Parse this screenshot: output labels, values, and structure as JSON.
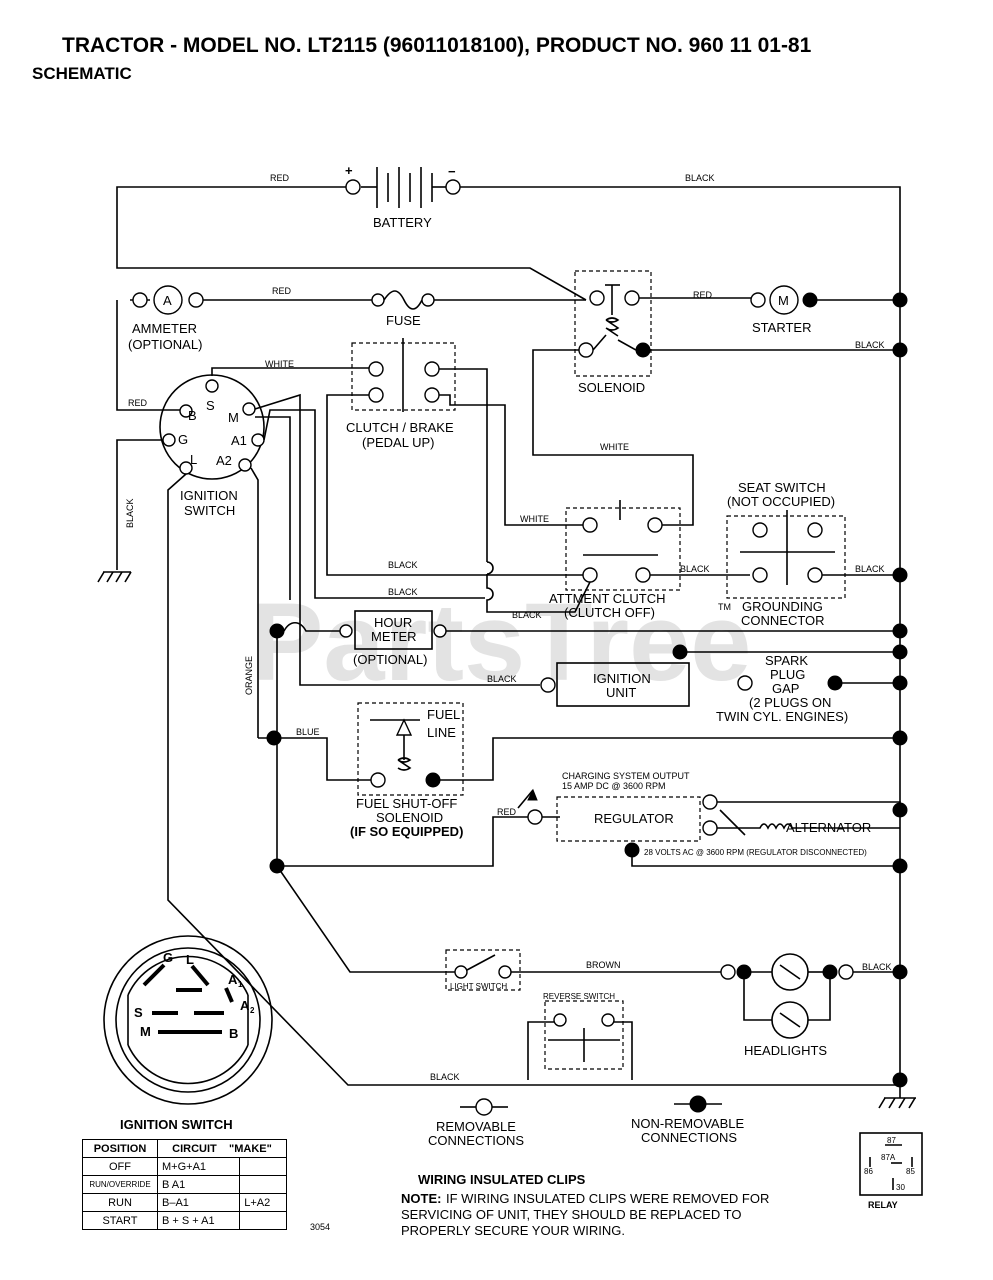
{
  "header": {
    "title": "TRACTOR - MODEL NO. LT2115 (96011018100), PRODUCT NO. 960 11 01-81",
    "subtitle": "SCHEMATIC"
  },
  "watermark": "PartsTree",
  "watermark_tm": "TM",
  "components": {
    "battery": "BATTERY",
    "battery_plus": "+",
    "battery_minus": "−",
    "ammeter_symbol": "A",
    "ammeter": "AMMETER",
    "ammeter_opt": "(OPTIONAL)",
    "fuse": "FUSE",
    "starter_symbol": "M",
    "starter": "STARTER",
    "solenoid": "SOLENOID",
    "clutch_brake_1": "CLUTCH / BRAKE",
    "clutch_brake_2": "(PEDAL UP)",
    "ignition_switch_1": "IGNITION",
    "ignition_switch_2": "SWITCH",
    "terminal_b": "B",
    "terminal_s": "S",
    "terminal_m": "M",
    "terminal_g": "G",
    "terminal_a1": "A1",
    "terminal_l": "L",
    "terminal_a2": "A2",
    "seat_switch_1": "SEAT SWITCH",
    "seat_switch_2": "(NOT OCCUPIED)",
    "grounding_1": "GROUNDING",
    "grounding_2": "CONNECTOR",
    "attment_clutch_1": "ATTMENT CLUTCH",
    "attment_clutch_2": "(CLUTCH OFF)",
    "hour_meter_1": "HOUR",
    "hour_meter_2": "METER",
    "hour_meter_opt": "(OPTIONAL)",
    "ignition_unit_1": "IGNITION",
    "ignition_unit_2": "UNIT",
    "spark_1": "SPARK",
    "spark_2": "PLUG",
    "spark_3": "GAP",
    "spark_4": "(2 PLUGS ON",
    "spark_5": "TWIN CYL. ENGINES)",
    "fuel_line_1": "FUEL",
    "fuel_line_2": "LINE",
    "fuel_solenoid_1": "FUEL SHUT-OFF",
    "fuel_solenoid_2": "SOLENOID",
    "fuel_solenoid_3": "(IF SO EQUIPPED)",
    "charging_1": "CHARGING SYSTEM OUTPUT",
    "charging_2": "15 AMP DC @ 3600 RPM",
    "regulator": "REGULATOR",
    "alternator": "ALTERNATOR",
    "volts_note": "28 VOLTS AC @ 3600 RPM (REGULATOR DISCONNECTED)",
    "light_switch": "LIGHT SWITCH",
    "reverse_switch": "REVERSE SWITCH",
    "headlights": "HEADLIGHTS",
    "removable_1": "REMOVABLE",
    "removable_2": "CONNECTIONS",
    "nonremovable_1": "NON-REMOVABLE",
    "nonremovable_2": "CONNECTIONS",
    "relay": "RELAY",
    "relay_87": "87",
    "relay_87a": "87A",
    "relay_86": "86",
    "relay_85": "85",
    "relay_30": "30"
  },
  "wires": {
    "red_top": "RED",
    "black_top": "BLACK",
    "red_fuse": "RED",
    "red_starter": "RED",
    "black_solenoid": "BLACK",
    "white_sw": "WHITE",
    "red_sw": "RED",
    "black_ground": "BLACK",
    "white_solenoid": "WHITE",
    "white_att": "WHITE",
    "black_att1": "BLACK",
    "black_att2": "BLACK",
    "black_att3": "BLACK",
    "black_att_right": "BLACK",
    "black_seat": "BLACK",
    "orange": "ORANGE",
    "black_ign": "BLACK",
    "blue": "BLUE",
    "red_reg": "RED",
    "brown": "BROWN",
    "black_head": "BLACK",
    "black_bottom": "BLACK"
  },
  "switch_face": {
    "title": "IGNITION SWITCH",
    "g": "G",
    "l": "L",
    "a1": "A",
    "a1_sub": "1",
    "a2": "A",
    "a2_sub": "2",
    "s": "S",
    "m": "M",
    "b": "B"
  },
  "table": {
    "headers": [
      "POSITION",
      "CIRCUIT",
      "\"MAKE\""
    ],
    "rows": [
      {
        "position": "OFF",
        "circuit": "M+G+A1",
        "extra": ""
      },
      {
        "position": "RUN/OVERRIDE",
        "circuit": "B A1",
        "extra": ""
      },
      {
        "position": "RUN",
        "circuit": "B–A1",
        "extra": "L+A2"
      },
      {
        "position": "START",
        "circuit": "B + S + A1",
        "extra": ""
      }
    ]
  },
  "clips": {
    "title": "WIRING INSULATED CLIPS",
    "note_label": "NOTE:",
    "note_1": "IF WIRING INSULATED CLIPS WERE REMOVED FOR",
    "note_2": "SERVICING OF UNIT, THEY SHOULD BE REPLACED TO",
    "note_3": "PROPERLY SECURE YOUR WIRING."
  },
  "ref_number": "3054"
}
